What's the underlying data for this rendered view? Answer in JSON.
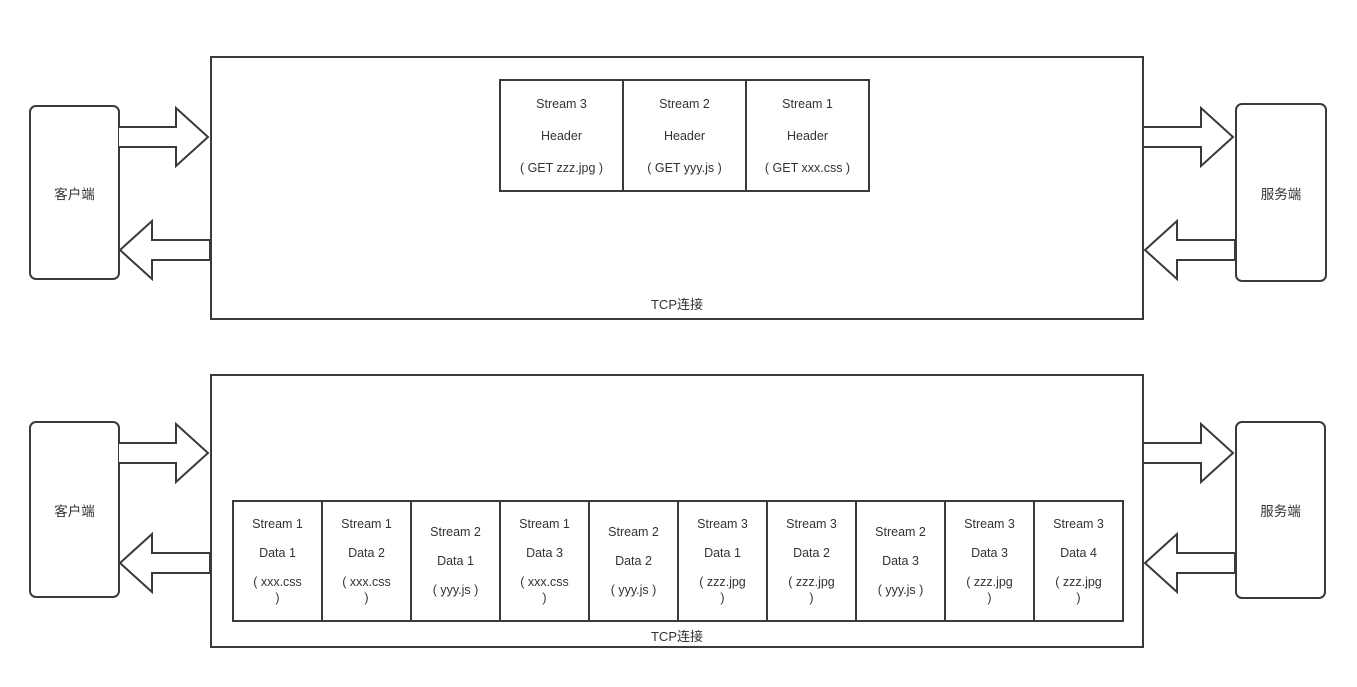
{
  "colors": {
    "stroke": "#3a3a3a",
    "text": "#333333",
    "background": "#ffffff"
  },
  "icons": {
    "client_to_server_flow": "arrow-right-icon",
    "server_to_client_flow": "arrow-left-icon"
  },
  "top_section": {
    "client_label": "客户端",
    "server_label": "服务端",
    "connection_label": "TCP连接",
    "header_frames": [
      {
        "stream": "Stream 3",
        "kind": "Header",
        "payload": "( GET zzz.jpg )"
      },
      {
        "stream": "Stream 2",
        "kind": "Header",
        "payload": "( GET yyy.js )"
      },
      {
        "stream": "Stream 1",
        "kind": "Header",
        "payload": "( GET xxx.css )"
      }
    ]
  },
  "bottom_section": {
    "client_label": "客户端",
    "server_label": "服务端",
    "connection_label": "TCP连接",
    "data_frames": [
      {
        "stream": "Stream 1",
        "kind": "Data 1",
        "payload": "( xxx.css )"
      },
      {
        "stream": "Stream 1",
        "kind": "Data 2",
        "payload": "( xxx.css )"
      },
      {
        "stream": "Stream 2",
        "kind": "Data 1",
        "payload": "( yyy.js )"
      },
      {
        "stream": "Stream 1",
        "kind": "Data 3",
        "payload": "( xxx.css )"
      },
      {
        "stream": "Stream 2",
        "kind": "Data 2",
        "payload": "( yyy.js )"
      },
      {
        "stream": "Stream 3",
        "kind": "Data 1",
        "payload": "( zzz.jpg )"
      },
      {
        "stream": "Stream 3",
        "kind": "Data 2",
        "payload": "( zzz.jpg )"
      },
      {
        "stream": "Stream 2",
        "kind": "Data 3",
        "payload": "( yyy.js )"
      },
      {
        "stream": "Stream 3",
        "kind": "Data 3",
        "payload": "( zzz.jpg )"
      },
      {
        "stream": "Stream 3",
        "kind": "Data 4",
        "payload": "( zzz.jpg )"
      }
    ]
  }
}
